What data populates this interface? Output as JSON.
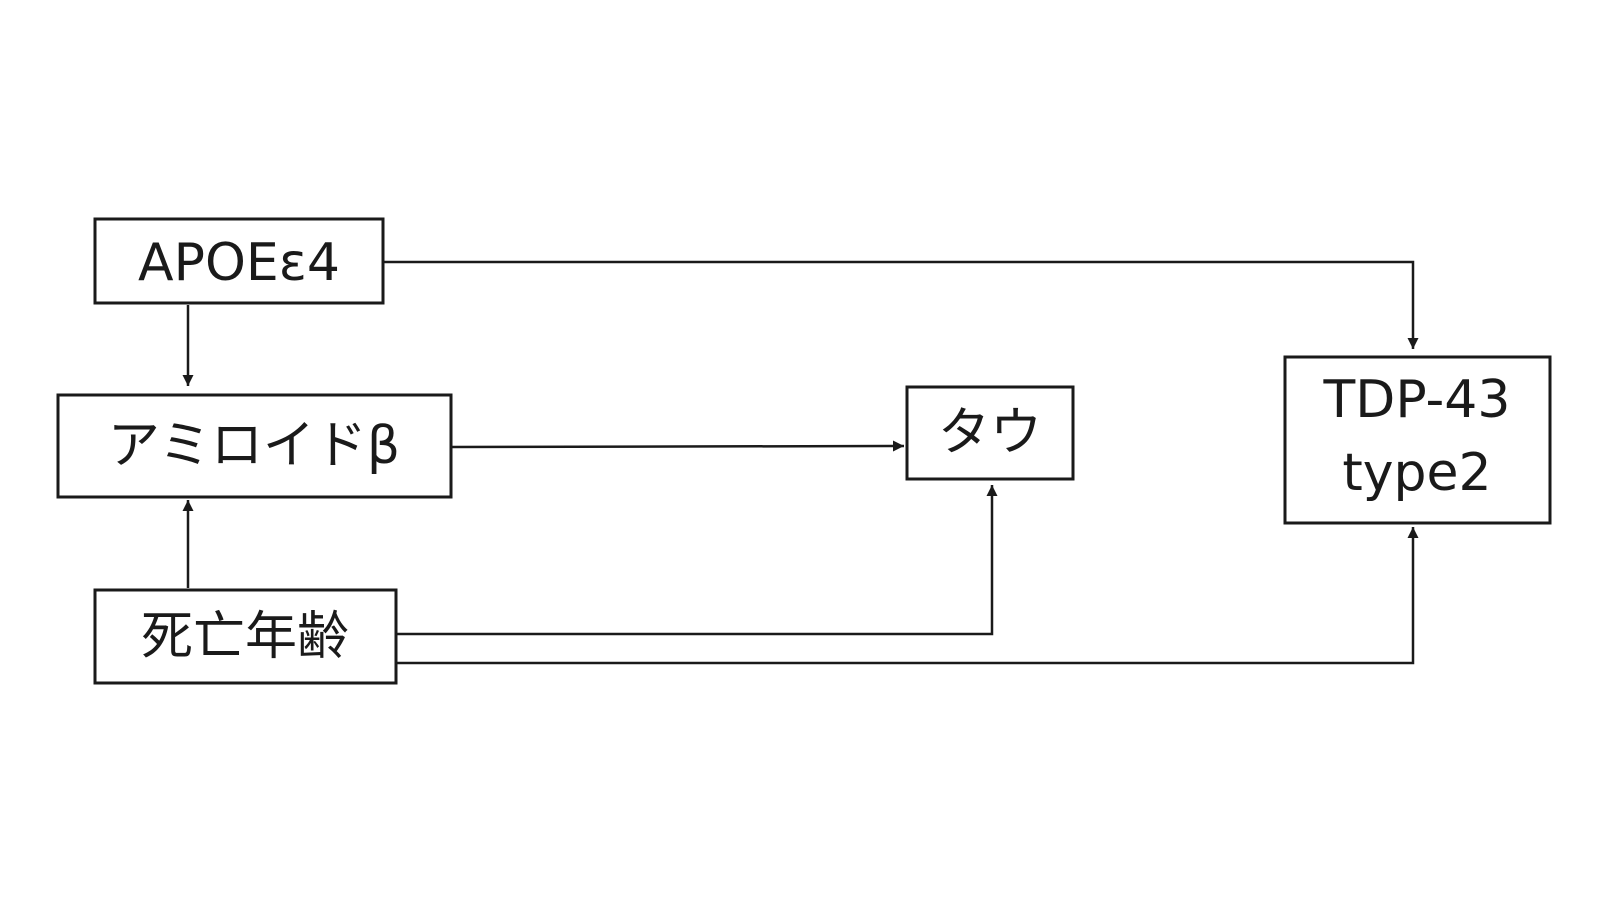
{
  "nodes": {
    "apoe": {
      "label": "APOEε4"
    },
    "amyloid": {
      "label": "アミロイドβ"
    },
    "tau": {
      "label": "タウ"
    },
    "tdp43": {
      "line1": "TDP-43",
      "line2": "type2"
    },
    "age_at_death": {
      "label": "死亡年齢"
    }
  },
  "edges": [
    {
      "from": "APOEε4",
      "to": "TDP-43 type2"
    },
    {
      "from": "APOEε4",
      "to": "アミロイドβ"
    },
    {
      "from": "アミロイドβ",
      "to": "タウ"
    },
    {
      "from": "死亡年齢",
      "to": "アミロイドβ"
    },
    {
      "from": "死亡年齢",
      "to": "タウ"
    },
    {
      "from": "死亡年齢",
      "to": "TDP-43 type2"
    }
  ],
  "colors": {
    "stroke": "#1a1a1a",
    "background": "#ffffff"
  }
}
